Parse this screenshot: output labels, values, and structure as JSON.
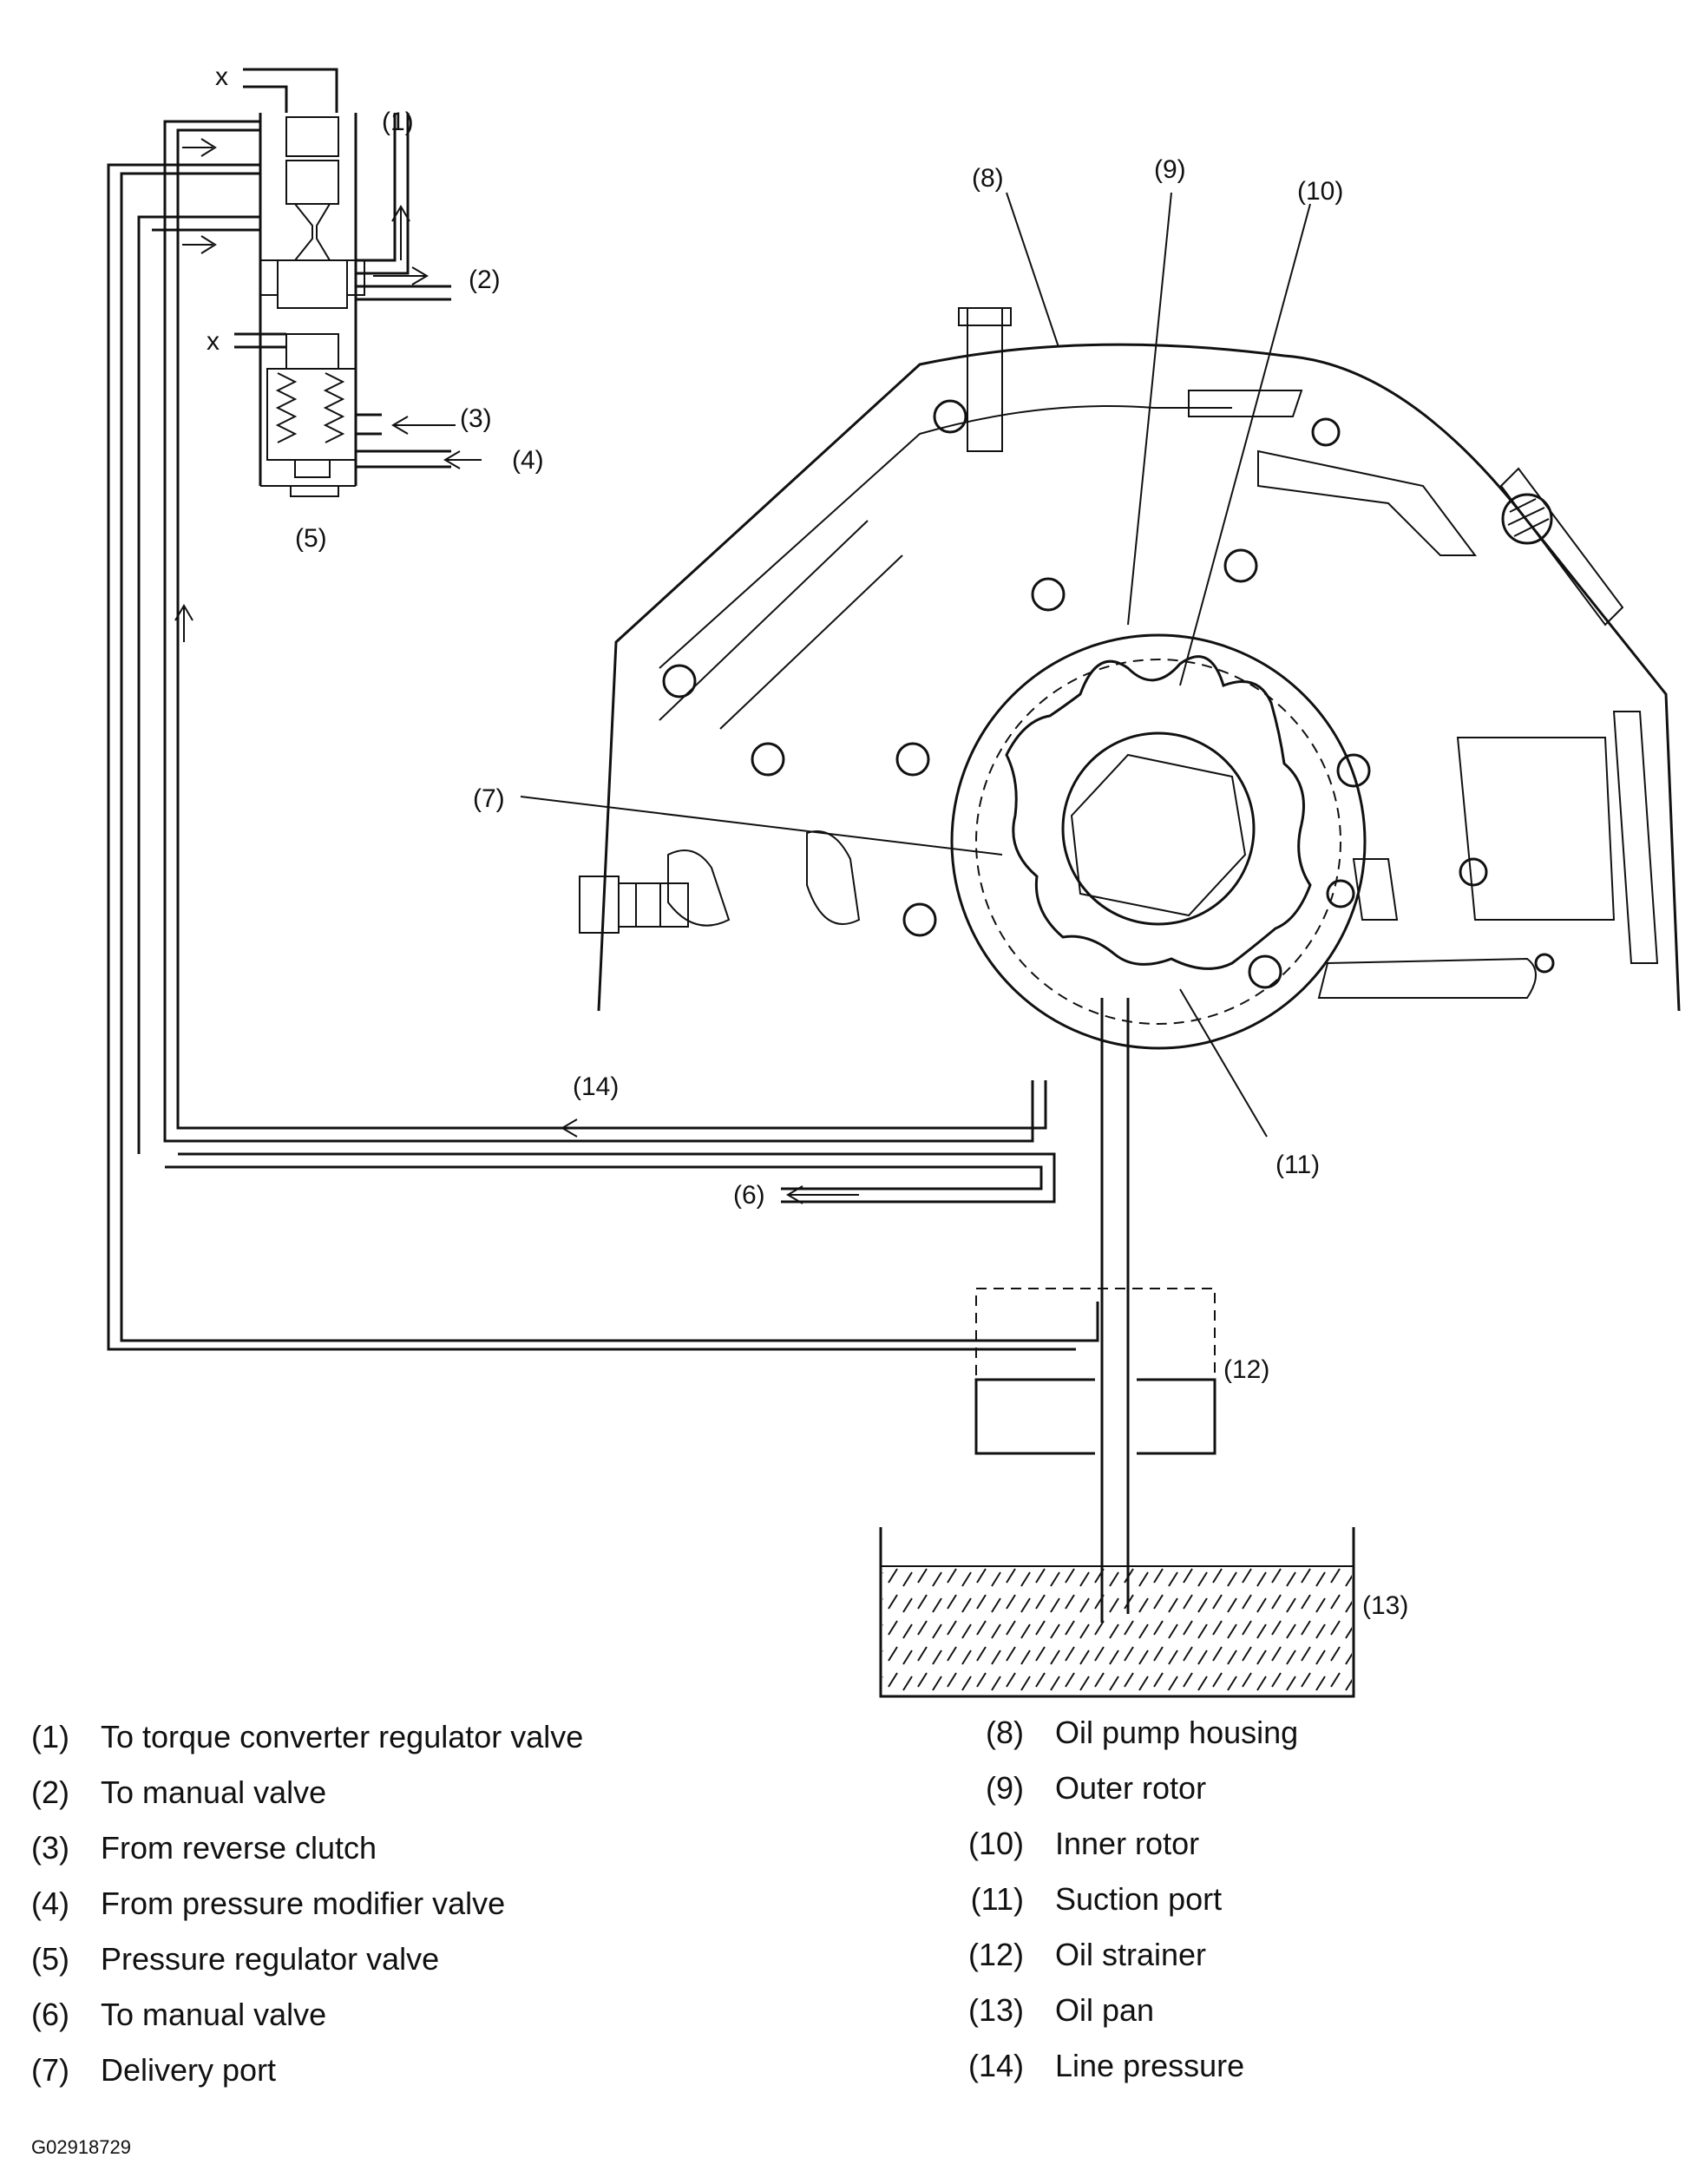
{
  "callouts": {
    "c1": "(1)",
    "c2": "(2)",
    "c3": "(3)",
    "c4": "(4)",
    "c5": "(5)",
    "c6": "(6)",
    "c7": "(7)",
    "c8": "(8)",
    "c9": "(9)",
    "c10": "(10)",
    "c11": "(11)",
    "c12": "(12)",
    "c13": "(13)",
    "c14": "(14)"
  },
  "x_marks": [
    "x",
    "x"
  ],
  "legend": {
    "left": [
      {
        "num": "(1)",
        "text": "To torque converter regulator valve"
      },
      {
        "num": "(2)",
        "text": "To manual valve"
      },
      {
        "num": "(3)",
        "text": "From reverse clutch"
      },
      {
        "num": "(4)",
        "text": "From pressure modifier valve"
      },
      {
        "num": "(5)",
        "text": "Pressure regulator valve"
      },
      {
        "num": "(6)",
        "text": "To manual valve"
      },
      {
        "num": "(7)",
        "text": "Delivery port"
      }
    ],
    "right": [
      {
        "num": "(8)",
        "text": "Oil pump housing"
      },
      {
        "num": "(9)",
        "text": "Outer rotor"
      },
      {
        "num": "(10)",
        "text": "Inner rotor"
      },
      {
        "num": "(11)",
        "text": "Suction port"
      },
      {
        "num": "(12)",
        "text": "Oil strainer"
      },
      {
        "num": "(13)",
        "text": "Oil pan"
      },
      {
        "num": "(14)",
        "text": "Line pressure"
      }
    ]
  },
  "figure_id": "G02918729"
}
